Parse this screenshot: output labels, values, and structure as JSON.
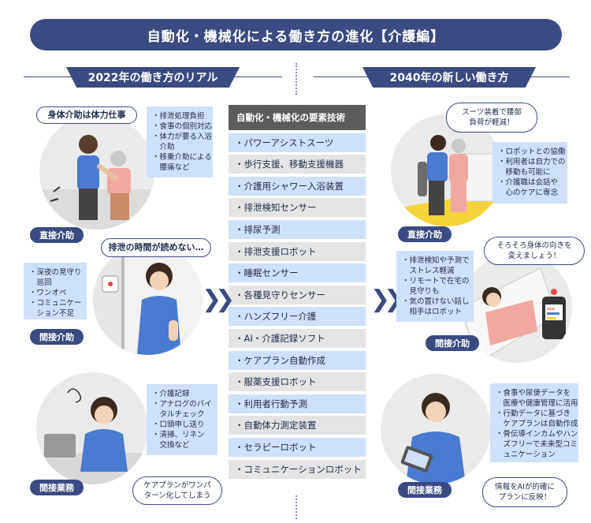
{
  "title": "自動化・機械化による働き方の進化【介護編】",
  "left_header": "2022年の働き方のリアル",
  "right_header": "2040年の新しい働き方",
  "tech": {
    "header": "自動化・機械化の要素技術",
    "items": [
      "・パワーアシストスーツ",
      "・歩行支援、移動支援機器",
      "・介護用シャワー入浴装置",
      "・排泄検知センサー",
      "・排尿予測",
      "・排泄支援ロボット",
      "・睡眠センサー",
      "・各種見守りセンサー",
      "・ハンズフリー介護",
      "・AI・介護記録ソフト",
      "・ケアプラン自動作成",
      "・服薬支援ロボット",
      "・利用者行動予測",
      "・自動体力測定装置",
      "・セラピーロボット",
      "・コミュニケーションロボット"
    ]
  },
  "left": {
    "direct": {
      "label": "直接介助",
      "bubble": "身体介助は体力仕事",
      "notes": [
        "・排泄処理負担",
        "・食事の個別対応",
        "・体力が要る入浴",
        "　介助",
        "・移乗介助による",
        "　腰痛など"
      ]
    },
    "indirect": {
      "label": "間接介助",
      "bubble": "排泄の時間が読めない…",
      "notes": [
        "・深夜の見守り",
        "　巡回",
        "・ワンオペ",
        "・コミュニケー",
        "　ション不足"
      ]
    },
    "work": {
      "label": "間接業務",
      "bubble_lines": [
        "ケアプランがワンパ",
        "ターン化してしまう"
      ],
      "notes": [
        "・介護記録",
        "・アナログのバイ",
        "　タルチェック",
        "・口頭申し送り",
        "・清掃、リネン",
        "　交換など"
      ]
    }
  },
  "right": {
    "direct": {
      "label": "直接介助",
      "bubble_lines": [
        "スーツ装着で腰部",
        "負荷が軽減！"
      ],
      "notes": [
        "・ロボットとの協働",
        "・利用者は自力での",
        "　移動も可能に",
        "・介護職は会話や",
        "　心のケアに専念"
      ]
    },
    "indirect": {
      "label": "間接介助",
      "bubble_lines": [
        "そろそろ身体の向きを",
        "変えましょう！"
      ],
      "notes": [
        "・排泄検知や予測で",
        "　ストレス軽減",
        "・リモートで在宅の",
        "　見守りも",
        "・気の置けない話し",
        "　相手はロボット"
      ]
    },
    "work": {
      "label": "間接業務",
      "bubble_lines": [
        "情報をAIが的確に",
        "プランに反映！"
      ],
      "notes": [
        "・食事や尿便データを",
        "　医療や健康管理に活用",
        "・行動データに基づき",
        "　ケアプランは自動作成",
        "・骨伝導インカムやハン",
        "　ズフリーで未来型コミ",
        "　ュニケーション"
      ]
    }
  },
  "colors": {
    "navy": "#3b4a80",
    "light_blue": "#cfe0fb",
    "gray": "#e4e4e4",
    "dark_gray": "#5c5c5c"
  }
}
